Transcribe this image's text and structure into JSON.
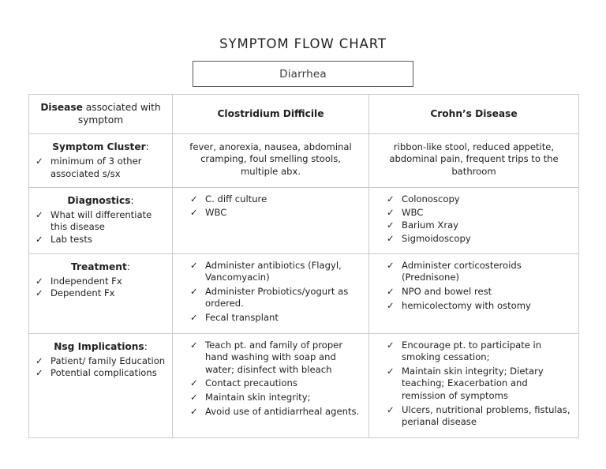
{
  "document": {
    "title": "SYMPTOM FLOW CHART",
    "symptom_box": {
      "label": "Diarrhea"
    }
  },
  "icons": {
    "check": "✓"
  },
  "table": {
    "headers": {
      "col_a_bold": "Disease",
      "col_a_rest": " associated with symptom",
      "col_b": "Clostridium Difficile",
      "col_c": "Crohn’s Disease"
    },
    "rows": [
      {
        "category": {
          "title": "Symptom Cluster",
          "colon": ":",
          "items": [
            "minimum of 3 other associated s/sx"
          ]
        },
        "cdiff": {
          "type": "paragraph",
          "text": "fever, anorexia, nausea, abdominal cramping, foul smelling stools, multiple abx."
        },
        "crohns": {
          "type": "paragraph",
          "text": "ribbon-like stool, reduced appetite, abdominal pain, frequent trips to the bathroom"
        }
      },
      {
        "category": {
          "title": "Diagnostics",
          "colon": ":",
          "items": [
            "What will differentiate this disease",
            "Lab tests"
          ]
        },
        "cdiff": {
          "type": "list",
          "items": [
            "C. diff culture",
            "WBC"
          ]
        },
        "crohns": {
          "type": "list",
          "items": [
            "Colonoscopy",
            "WBC",
            "Barium Xray",
            "Sigmoidoscopy"
          ]
        }
      },
      {
        "category": {
          "title": "Treatment",
          "colon": ":",
          "items": [
            "Independent Fx",
            "Dependent Fx"
          ]
        },
        "cdiff": {
          "type": "list",
          "items": [
            "Administer antibiotics (Flagyl, Vancomyacin)",
            "Administer Probiotics/yogurt as ordered.",
            "Fecal transplant"
          ]
        },
        "crohns": {
          "type": "list",
          "items": [
            "Administer corticosteroids (Prednisone)",
            "NPO and bowel rest",
            "hemicolectomy with ostomy"
          ]
        }
      },
      {
        "category": {
          "title": "Nsg Implications",
          "colon": ":",
          "items": [
            "Patient/ family Education",
            "Potential complications"
          ]
        },
        "cdiff": {
          "type": "list",
          "items": [
            "Teach pt. and family of proper hand washing with soap and water; disinfect with bleach",
            "Contact precautions",
            "Maintain skin integrity;",
            "Avoid use of antidiarrheal agents."
          ]
        },
        "crohns": {
          "type": "list",
          "items": [
            "Encourage pt. to participate in smoking cessation;",
            "Maintain skin integrity; Dietary teaching; Exacerbation and remission of symptoms",
            "Ulcers, nutritional problems, fistulas, perianal disease"
          ]
        }
      }
    ]
  }
}
